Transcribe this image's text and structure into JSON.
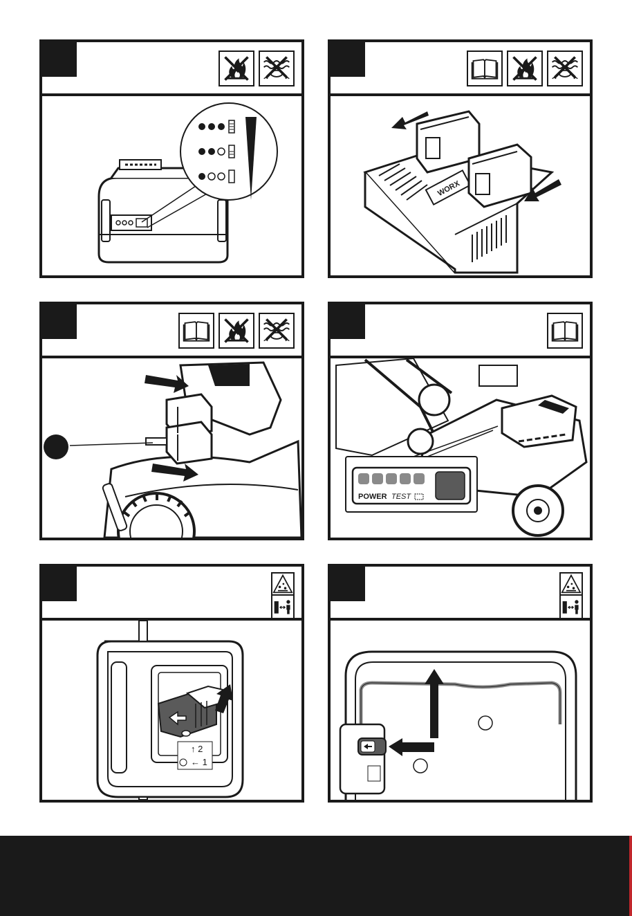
{
  "panels": [
    {
      "id": "battery-level",
      "icons": [
        "no-fire-icon",
        "no-water-icon"
      ]
    },
    {
      "id": "dual-charger",
      "icons": [
        "manual-icon",
        "no-fire-icon",
        "no-water-icon"
      ]
    },
    {
      "id": "insert-battery",
      "icons": [
        "manual-icon",
        "no-fire-icon",
        "no-water-icon"
      ]
    },
    {
      "id": "power-test",
      "icons": [
        "manual-icon"
      ]
    },
    {
      "id": "safety-key",
      "icons": [
        "thrown-object-icon",
        "keep-distance-icon"
      ]
    },
    {
      "id": "start-handle",
      "icons": [
        "thrown-object-icon",
        "keep-distance-icon"
      ]
    }
  ],
  "callouts": {
    "power_label": "POWER",
    "test_label": "TEST",
    "charger_brand": "WORX",
    "key_step_2": "2",
    "key_step_1": "1"
  },
  "colors": {
    "ink": "#1a1a1a",
    "accent": "#c0262b",
    "grey": "#5a5a5a"
  }
}
